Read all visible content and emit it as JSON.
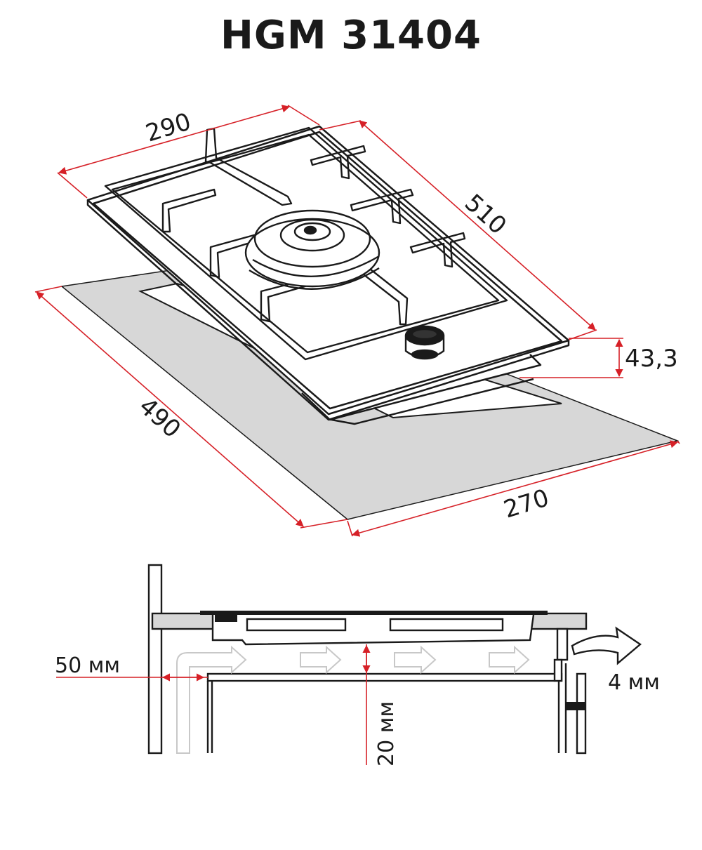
{
  "title": "HGM 31404",
  "dimensions": {
    "width_top": "290",
    "depth_top": "510",
    "height": "43,3",
    "cutout_depth": "490",
    "cutout_width": "270"
  },
  "installation": {
    "side_gap": "50 мм",
    "air_gap": "20 мм",
    "vent_gap": "4 мм"
  },
  "colors": {
    "dimension_line": "#d62027",
    "outline": "#1a1a1a",
    "cutout_fill": "#d7d7d7",
    "airflow": "#d9d9d9"
  }
}
